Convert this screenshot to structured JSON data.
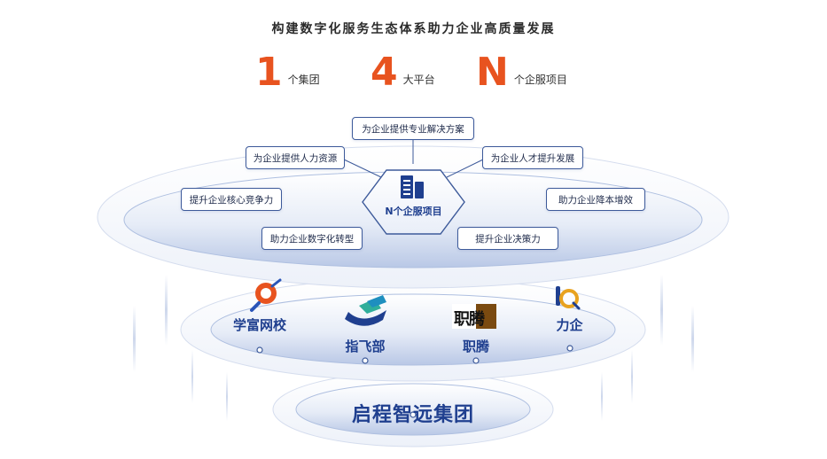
{
  "header": {
    "title": "构建数字化服务生态体系助力企业高质量发展",
    "stats": [
      {
        "number": "1",
        "label": "个集团"
      },
      {
        "number": "4",
        "label": "大平台"
      },
      {
        "number": "N",
        "label": "个企服项目"
      }
    ]
  },
  "center": {
    "label": "N个企服项目"
  },
  "services": [
    {
      "label": "为企业提供专业解决方案"
    },
    {
      "label": "为企业提供人力资源"
    },
    {
      "label": "为企业人才提升发展"
    },
    {
      "label": "提升企业核心竞争力"
    },
    {
      "label": "助力企业降本增效"
    },
    {
      "label": "助力企业数字化转型"
    },
    {
      "label": "提升企业决策力"
    }
  ],
  "platforms": [
    {
      "name": "学富网校"
    },
    {
      "name": "指飞部"
    },
    {
      "name": "职腾",
      "logo_text": "职腾"
    },
    {
      "name": "力企"
    }
  ],
  "base": {
    "label": "启程智远集团"
  },
  "colors": {
    "accent": "#e8531f",
    "brand": "#1f3f8f",
    "border": "#3d5a9a"
  }
}
